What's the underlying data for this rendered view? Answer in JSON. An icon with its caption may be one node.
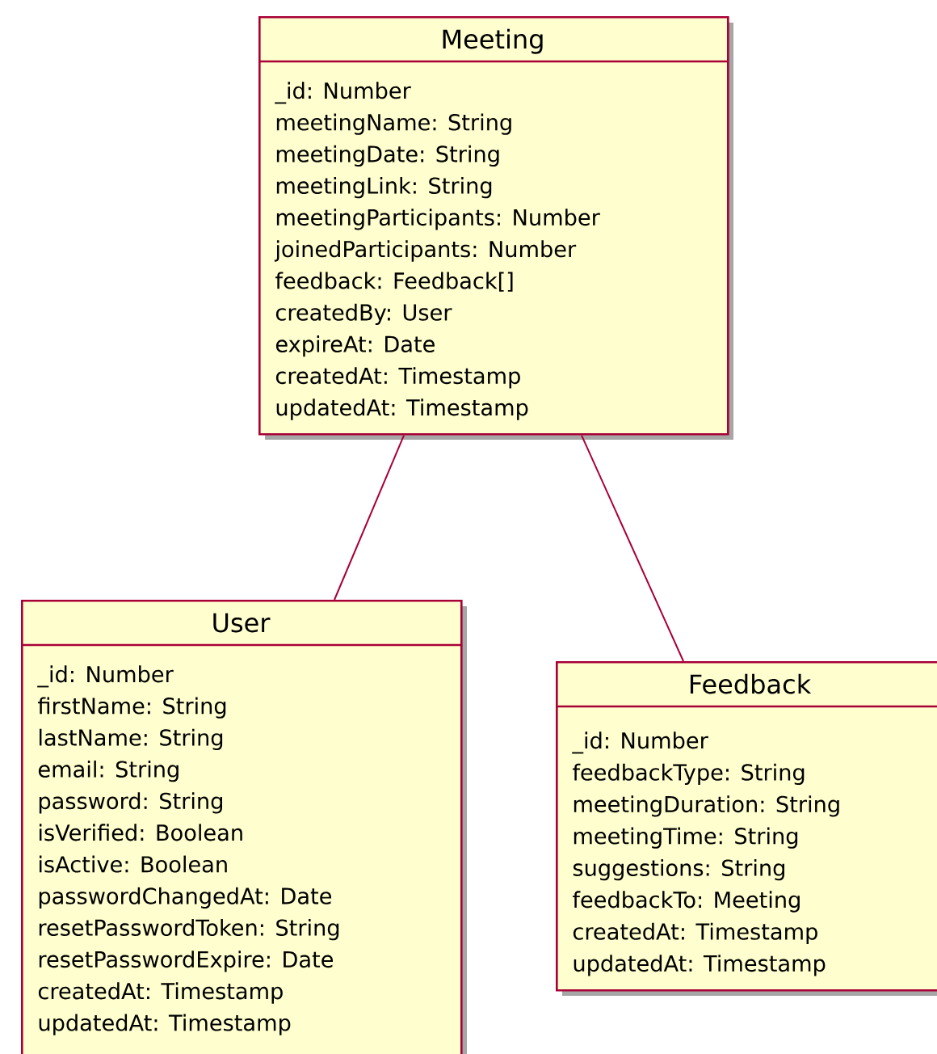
{
  "diagram": {
    "nodes": [
      {
        "text": [
          "Meeting",
          "_id: Number",
          "meetingName: String",
          "meetingDate: String",
          "meetingLink: String",
          "meetingParticipants: Number",
          "joinedParticipants: Number",
          "feedback: Feedback[]",
          "createdBy: User",
          "expireAt: Date",
          "createdAt: Timestamp",
          "updatedAt: Timestamp"
        ]
      },
      {
        "text": [
          "User",
          "_id: Number",
          "firstName: String",
          "lastName: String",
          "email: String",
          "password: String",
          "isVerified: Boolean",
          "isActive: Boolean",
          "passwordChangedAt: Date",
          "resetPasswordToken: String",
          "resetPasswordExpire: Date",
          "createdAt: Timestamp",
          "updatedAt: Timestamp"
        ]
      },
      {
        "text": [
          "Feedback",
          "_id: Number",
          "feedbackType: String",
          "meetingDuration: String",
          "meetingTime: String",
          "suggestions: String",
          "feedbackTo: Meeting",
          "createdAt: Timestamp",
          "updatedAt: Timestamp"
        ]
      }
    ],
    "edges": [
      {
        "from": 0,
        "to": 1,
        "arrow": "none"
      },
      {
        "from": 0,
        "to": 2,
        "arrow": "none"
      }
    ]
  }
}
